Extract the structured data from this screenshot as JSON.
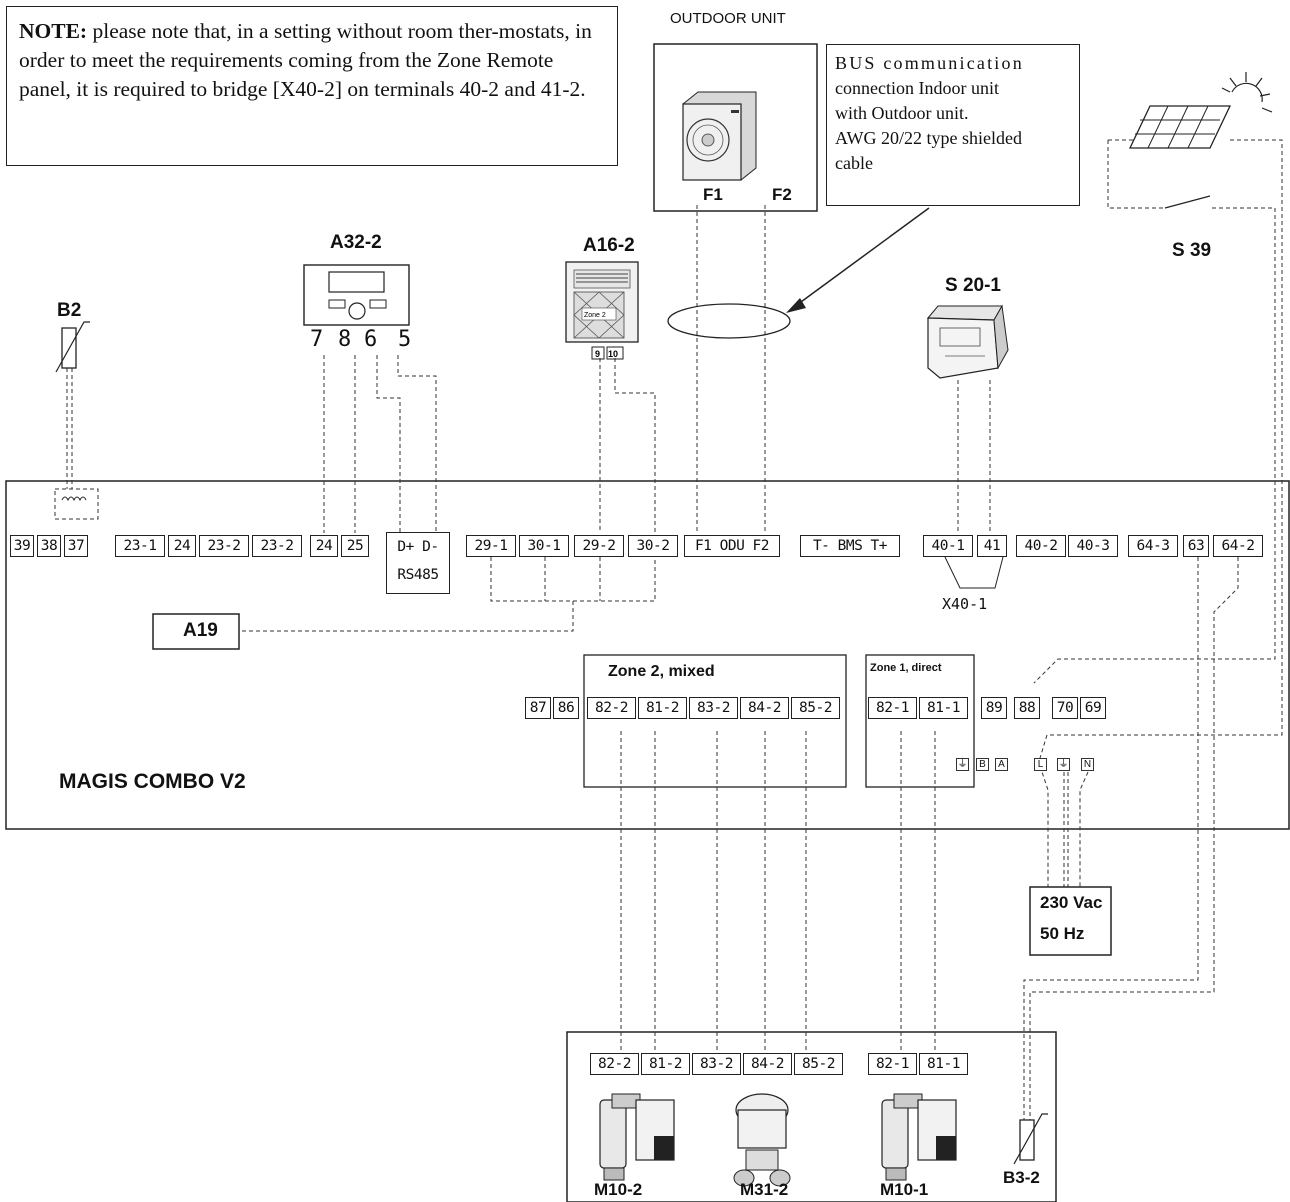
{
  "note": {
    "heading": "NOTE:",
    "text": " please note that, in a setting without room ther-mostats, in order to meet the requirements coming from the Zone Remote panel, it is required to bridge [X40-2] on terminals 40-2 and 41-2."
  },
  "bus_note": [
    "BUS communication",
    "connection Indoor unit",
    "with Outdoor unit.",
    "AWG 20/22 type shielded",
    "cable",
    ""
  ],
  "labels": {
    "outdoor_unit": "OUTDOOR UNIT",
    "f1": "F1",
    "f2": "F2",
    "a32_2": "A32-2",
    "a16_2": "A16-2",
    "s20_1": "S 20-1",
    "s39": "S 39",
    "b2": "B2",
    "a19": "A19",
    "unit_name": "MAGIS COMBO V2",
    "voltage": "230 Vac",
    "frequency": "50 Hz",
    "m10_2": "M10-2",
    "m31_2": "M31-2",
    "m10_1": "M10-1",
    "b3_2": "B3-2",
    "x40_1": "X40-1"
  },
  "a32_pins": [
    "7",
    "8",
    "6",
    "5"
  ],
  "zones": {
    "zone2_title": "Zone 2, mixed",
    "zone1_title": "Zone 1, direct"
  },
  "terminals": {
    "row1": [
      "39",
      "38",
      "37",
      "23-1",
      "24",
      "23-2",
      "23-2",
      "24",
      "25",
      "29-1",
      "30-1",
      "29-2",
      "30-2",
      "F1 ODU F2",
      "T- BMS T+",
      "40-1",
      "41",
      "40-2",
      "40-3",
      "64-3",
      "63",
      "64-2"
    ],
    "rs485_pins": "D+ D-",
    "rs485_label": "RS485",
    "row2": [
      "87",
      "86",
      "82-2",
      "81-2",
      "83-2",
      "84-2",
      "85-2",
      "82-1",
      "81-1",
      "89",
      "88",
      "70",
      "69"
    ],
    "power": [
      "⏚",
      "B",
      "A",
      "L",
      "⏚",
      "N"
    ],
    "row3": [
      "82-2",
      "81-2",
      "83-2",
      "84-2",
      "85-2",
      "82-1",
      "81-1"
    ]
  }
}
